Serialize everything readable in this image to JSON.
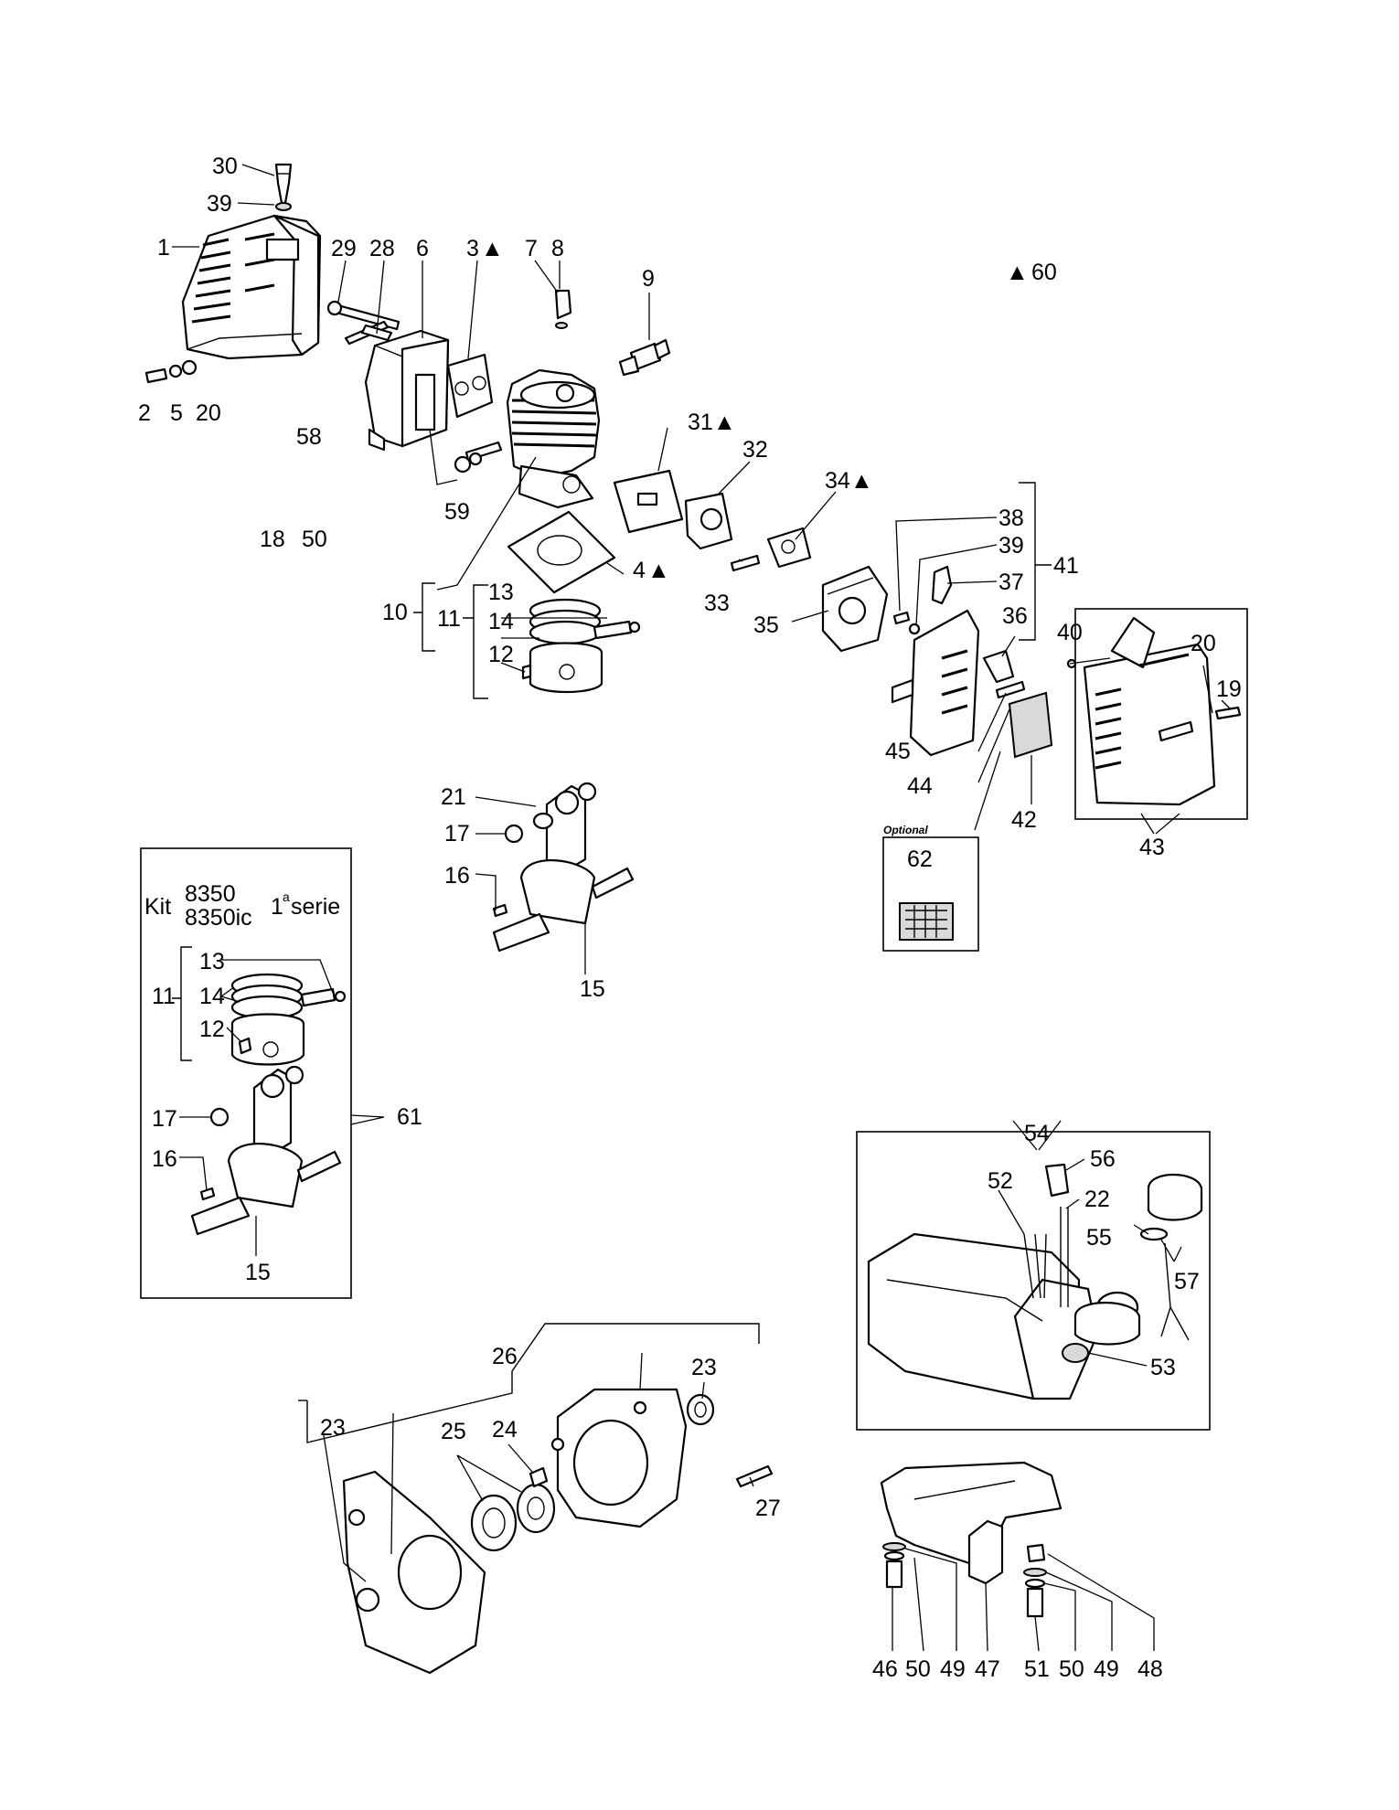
{
  "callouts": [
    {
      "id": "c30",
      "text": "30"
    },
    {
      "id": "c39a",
      "text": "39"
    },
    {
      "id": "c1",
      "text": "1"
    },
    {
      "id": "c29",
      "text": "29"
    },
    {
      "id": "c28",
      "text": "28"
    },
    {
      "id": "c6",
      "text": "6"
    },
    {
      "id": "c3",
      "text": "3"
    },
    {
      "id": "c7",
      "text": "7"
    },
    {
      "id": "c8",
      "text": "8"
    },
    {
      "id": "c9",
      "text": "9"
    },
    {
      "id": "c60",
      "text": "60"
    },
    {
      "id": "c2",
      "text": "2"
    },
    {
      "id": "c5",
      "text": "5"
    },
    {
      "id": "c20a",
      "text": "20"
    },
    {
      "id": "c58",
      "text": "58"
    },
    {
      "id": "c59",
      "text": "59"
    },
    {
      "id": "c18",
      "text": "18"
    },
    {
      "id": "c50a",
      "text": "50"
    },
    {
      "id": "c31",
      "text": "31"
    },
    {
      "id": "c32",
      "text": "32"
    },
    {
      "id": "c34",
      "text": "34"
    },
    {
      "id": "c38",
      "text": "38"
    },
    {
      "id": "c39b",
      "text": "39"
    },
    {
      "id": "c37",
      "text": "37"
    },
    {
      "id": "c41",
      "text": "41"
    },
    {
      "id": "c4",
      "text": "4"
    },
    {
      "id": "c33",
      "text": "33"
    },
    {
      "id": "c10",
      "text": "10"
    },
    {
      "id": "c11a",
      "text": "11"
    },
    {
      "id": "c13a",
      "text": "13"
    },
    {
      "id": "c14a",
      "text": "14"
    },
    {
      "id": "c12a",
      "text": "12"
    },
    {
      "id": "c35",
      "text": "35"
    },
    {
      "id": "c36",
      "text": "36"
    },
    {
      "id": "c40",
      "text": "40"
    },
    {
      "id": "c20b",
      "text": "20"
    },
    {
      "id": "c19",
      "text": "19"
    },
    {
      "id": "c45",
      "text": "45"
    },
    {
      "id": "c44",
      "text": "44"
    },
    {
      "id": "c42",
      "text": "42"
    },
    {
      "id": "c43",
      "text": "43"
    },
    {
      "id": "c62",
      "text": "62"
    },
    {
      "id": "c21",
      "text": "21"
    },
    {
      "id": "c17a",
      "text": "17"
    },
    {
      "id": "c16a",
      "text": "16"
    },
    {
      "id": "c15a",
      "text": "15"
    },
    {
      "id": "c13b",
      "text": "13"
    },
    {
      "id": "c11b",
      "text": "11"
    },
    {
      "id": "c14b",
      "text": "14"
    },
    {
      "id": "c12b",
      "text": "12"
    },
    {
      "id": "c61",
      "text": "61"
    },
    {
      "id": "c17b",
      "text": "17"
    },
    {
      "id": "c16b",
      "text": "16"
    },
    {
      "id": "c15b",
      "text": "15"
    },
    {
      "id": "c54",
      "text": "54"
    },
    {
      "id": "c56",
      "text": "56"
    },
    {
      "id": "c52",
      "text": "52"
    },
    {
      "id": "c22",
      "text": "22"
    },
    {
      "id": "c55",
      "text": "55"
    },
    {
      "id": "c57",
      "text": "57"
    },
    {
      "id": "c53",
      "text": "53"
    },
    {
      "id": "c26",
      "text": "26"
    },
    {
      "id": "c23a",
      "text": "23"
    },
    {
      "id": "c23b",
      "text": "23"
    },
    {
      "id": "c25",
      "text": "25"
    },
    {
      "id": "c24",
      "text": "24"
    },
    {
      "id": "c27",
      "text": "27"
    },
    {
      "id": "c46",
      "text": "46"
    },
    {
      "id": "c50b",
      "text": "50"
    },
    {
      "id": "c49a",
      "text": "49"
    },
    {
      "id": "c47",
      "text": "47"
    },
    {
      "id": "c51",
      "text": "51"
    },
    {
      "id": "c50c",
      "text": "50"
    },
    {
      "id": "c49b",
      "text": "49"
    },
    {
      "id": "c48",
      "text": "48"
    }
  ],
  "kit_box": {
    "kit_label": "Kit",
    "model_1": "8350",
    "model_2": "8350ic",
    "series_num": "1",
    "series_sup": "a",
    "series_word": "serie"
  },
  "optional_label": "Optional",
  "marker_symbol": "▲"
}
